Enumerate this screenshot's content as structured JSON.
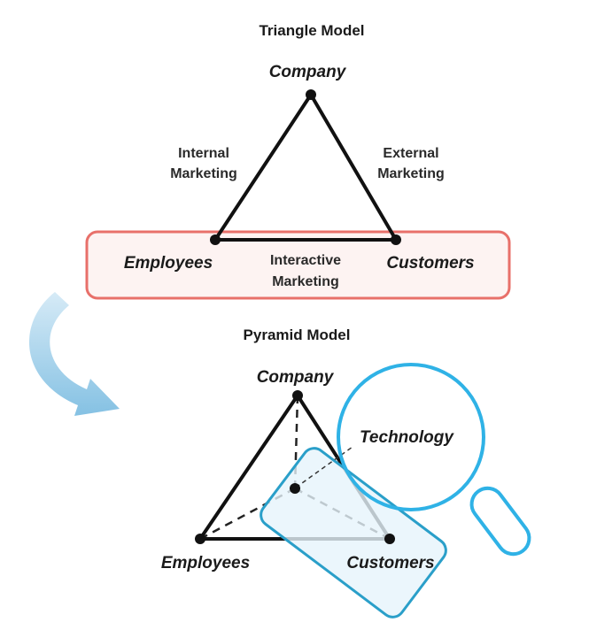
{
  "triangle_model": {
    "title": "Triangle Model",
    "company": "Company",
    "employees": "Employees",
    "customers": "Customers",
    "internal_line1": "Internal",
    "internal_line2": "Marketing",
    "external_line1": "External",
    "external_line2": "Marketing",
    "interactive_line1": "Interactive",
    "interactive_line2": "Marketing"
  },
  "pyramid_model": {
    "title": "Pyramid Model",
    "company": "Company",
    "employees": "Employees",
    "customers": "Customers",
    "technology": "Technology"
  },
  "colors": {
    "highlight_red": "#e8706a",
    "highlight_red_fill": "#fdf3f2",
    "magnifier_blue": "#2fb2e6",
    "box_blue": "#2a9fc9",
    "box_blue_fill": "#e6f4fb",
    "arrow_blue": "#8ec9e8"
  },
  "icons": [
    "curved-arrow-icon",
    "magnifier-icon"
  ]
}
